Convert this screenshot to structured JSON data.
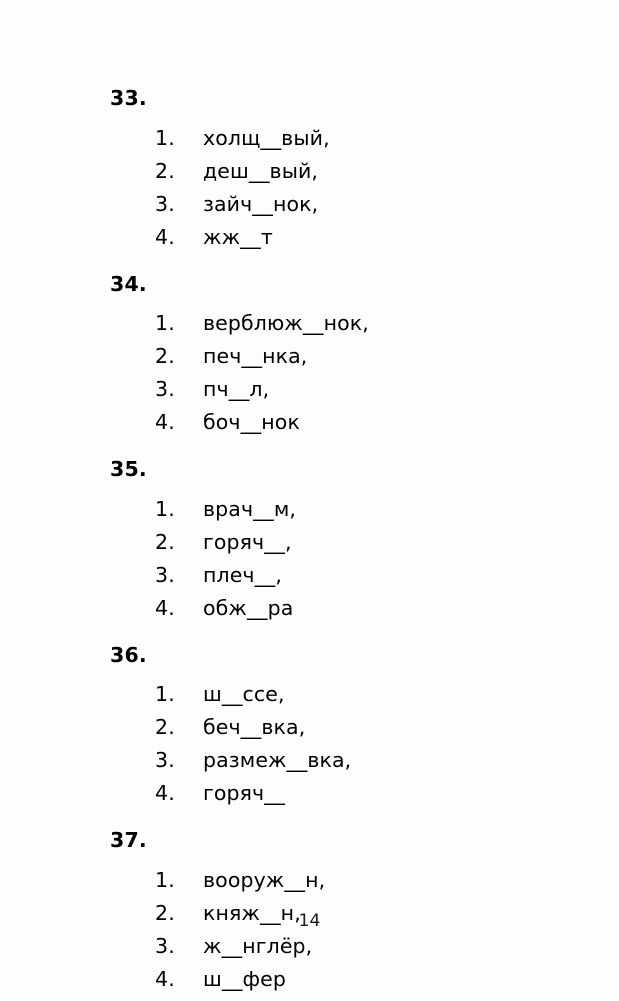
{
  "page": {
    "page_number": "14",
    "questions": [
      {
        "number": "33.",
        "options": [
          {
            "index": "1.",
            "text": "холщ__вый,"
          },
          {
            "index": "2.",
            "text": "деш__вый,"
          },
          {
            "index": "3.",
            "text": "зайч__нок,"
          },
          {
            "index": "4.",
            "text": "жж__т"
          }
        ]
      },
      {
        "number": "34.",
        "options": [
          {
            "index": "1.",
            "text": "верблюж__нок,"
          },
          {
            "index": "2.",
            "text": "печ__нка,"
          },
          {
            "index": "3.",
            "text": "пч__л,"
          },
          {
            "index": "4.",
            "text": "боч__нок"
          }
        ]
      },
      {
        "number": "35.",
        "options": [
          {
            "index": "1.",
            "text": "врач__м,"
          },
          {
            "index": "2.",
            "text": "горяч__,"
          },
          {
            "index": "3.",
            "text": "плеч__,"
          },
          {
            "index": "4.",
            "text": "обж__ра"
          }
        ]
      },
      {
        "number": "36.",
        "options": [
          {
            "index": "1.",
            "text": "ш__ссе,"
          },
          {
            "index": "2.",
            "text": "беч__вка,"
          },
          {
            "index": "3.",
            "text": "размеж__вка,"
          },
          {
            "index": "4.",
            "text": "горяч__"
          }
        ]
      },
      {
        "number": "37.",
        "options": [
          {
            "index": "1.",
            "text": "вооруж__н,"
          },
          {
            "index": "2.",
            "text": "княж__н,"
          },
          {
            "index": "3.",
            "text": "ж__нглёр,"
          },
          {
            "index": "4.",
            "text": "ш__фер"
          }
        ]
      }
    ]
  }
}
